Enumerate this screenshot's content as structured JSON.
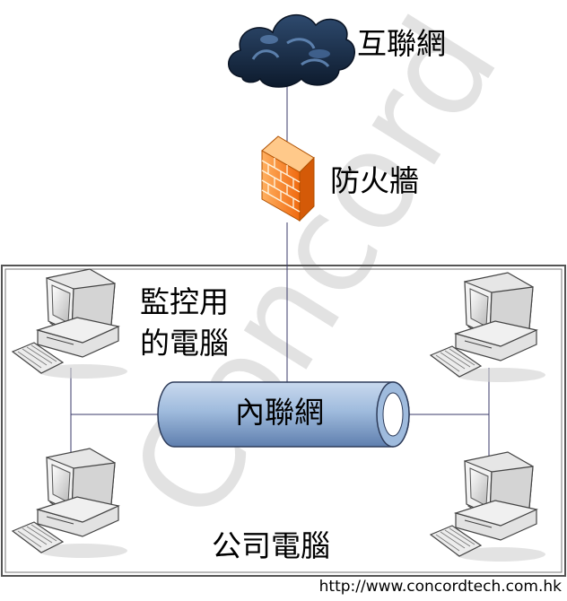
{
  "labels": {
    "internet": "互聯網",
    "firewall": "防火牆",
    "monitor_line1": "監控用",
    "monitor_line2": "的電腦",
    "intranet": "內聯網",
    "company_computers": "公司電腦"
  },
  "watermark": "Concord",
  "footer_url": "http://www.concordtech.com.hk",
  "icons": [
    "cloud-icon",
    "firewall-icon",
    "computer-icon",
    "pipe-icon"
  ],
  "colors": {
    "line": "#3a3a6a",
    "frame": "#5a5a5a",
    "pipe": "#8eaed4",
    "firewall": "#f08020",
    "watermark": "#d6d6d6"
  }
}
